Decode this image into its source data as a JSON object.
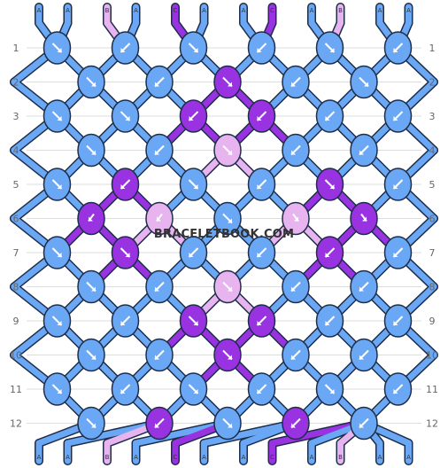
{
  "watermark": "BRACELETBOOK.COM",
  "row_labels": [
    "1",
    "2",
    "3",
    "4",
    "5",
    "6",
    "7",
    "8",
    "9",
    "10",
    "11",
    "12"
  ],
  "colors": {
    "A": "#6aa8f5",
    "B": "#e8b4f0",
    "C": "#9932e0",
    "grid_line": "#dddddd",
    "outline": "#1e2e4a"
  },
  "strands_top": [
    "A",
    "A",
    "B",
    "A",
    "C",
    "A",
    "A",
    "C",
    "A",
    "B",
    "A",
    "A"
  ],
  "strands_bottom": [
    "A",
    "A",
    "B",
    "A",
    "C",
    "A",
    "A",
    "C",
    "A",
    "B",
    "A",
    "A"
  ],
  "knot_rows": [
    [
      "A",
      "A",
      "A",
      "A",
      "A",
      "A"
    ],
    [
      "A",
      "A",
      "C",
      "A",
      "A"
    ],
    [
      "A",
      "A",
      "C",
      "C",
      "A",
      "A"
    ],
    [
      "A",
      "A",
      "B",
      "A",
      "A"
    ],
    [
      "A",
      "C",
      "A",
      "A",
      "C",
      "A"
    ],
    [
      "C",
      "B",
      "A",
      "B",
      "C"
    ],
    [
      "A",
      "C",
      "A",
      "A",
      "C",
      "A"
    ],
    [
      "A",
      "A",
      "B",
      "A",
      "A"
    ],
    [
      "A",
      "A",
      "C",
      "C",
      "A",
      "A"
    ],
    [
      "A",
      "A",
      "C",
      "A",
      "A"
    ],
    [
      "A",
      "A",
      "A",
      "A",
      "A",
      "A"
    ],
    [
      "A",
      "C",
      "A",
      "C",
      "A"
    ]
  ],
  "knot_arrows": [
    [
      "se",
      "sw",
      "se",
      "sw",
      "se",
      "sw"
    ],
    [
      "se",
      "sw",
      "se",
      "sw",
      "se"
    ],
    [
      "se",
      "se",
      "sw",
      "sw",
      "sw",
      "sw"
    ],
    [
      "se",
      "sw",
      "se",
      "sw",
      "sw"
    ],
    [
      "se",
      "sw",
      "se",
      "sw",
      "se",
      "sw"
    ],
    [
      "bsw",
      "bsw",
      "se",
      "bse",
      "bse"
    ],
    [
      "se",
      "se",
      "sw",
      "sw",
      "sw",
      "sw"
    ],
    [
      "se",
      "sw",
      "se",
      "sw",
      "sw"
    ],
    [
      "se",
      "sw",
      "se",
      "sw",
      "sw",
      "sw"
    ],
    [
      "se",
      "sw",
      "se",
      "sw",
      "sw"
    ],
    [
      "se",
      "sw",
      "se",
      "sw",
      "se",
      "sw"
    ],
    [
      "se",
      "sw",
      "se",
      "sw",
      "sw"
    ]
  ]
}
